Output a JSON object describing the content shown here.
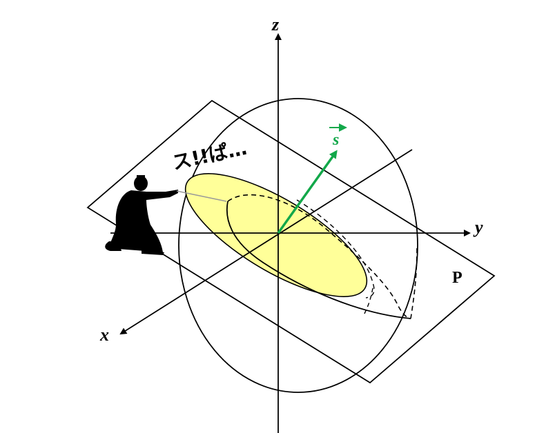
{
  "axes": {
    "x_label": "x",
    "y_label": "y",
    "z_label": "z"
  },
  "plane": {
    "label": "P"
  },
  "vector": {
    "label": "s",
    "color": "#12a84a"
  },
  "section": {
    "fill_color": "#ffff99"
  },
  "handwriting": {
    "text": "ス!!ぱ…"
  },
  "colors": {
    "stroke": "#000000",
    "background": "#ffffff"
  }
}
